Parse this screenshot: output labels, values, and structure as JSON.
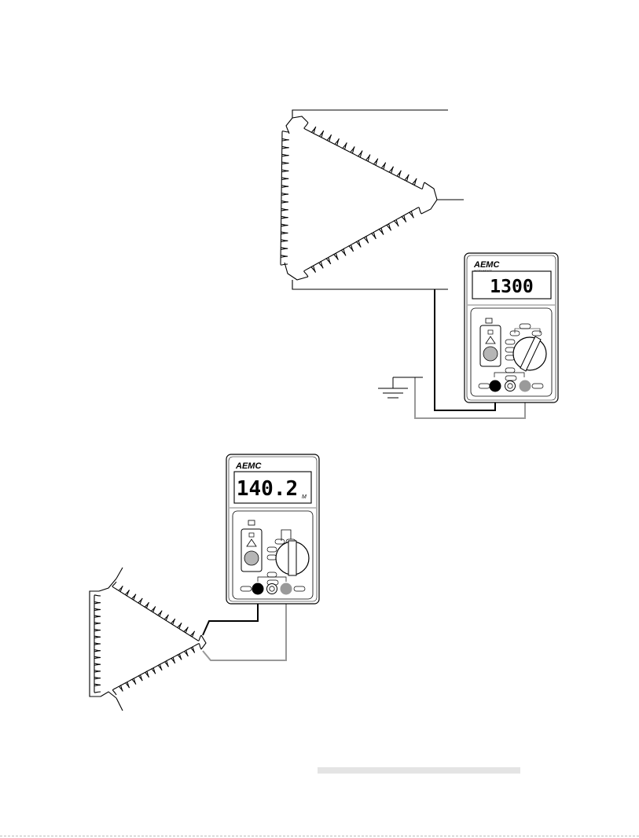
{
  "colors": {
    "ink": "#000000",
    "gray_lead": "#999999",
    "knob_gray": "#b5b5b5",
    "panel_bg": "#ffffff"
  },
  "top_meter": {
    "brand": "AEMC",
    "brand_sub": "INSTRUMENTS",
    "reading": "1300",
    "unit": ""
  },
  "bottom_meter": {
    "brand": "AEMC",
    "brand_sub": "INSTRUMENTS",
    "reading": "140.2",
    "unit": "M"
  },
  "icons": [
    "ground-symbol-icon",
    "test-button-icon",
    "rotary-dial-icon",
    "warning-triangle-icon",
    "terminal-jack-icon",
    "coil-winding-icon"
  ]
}
